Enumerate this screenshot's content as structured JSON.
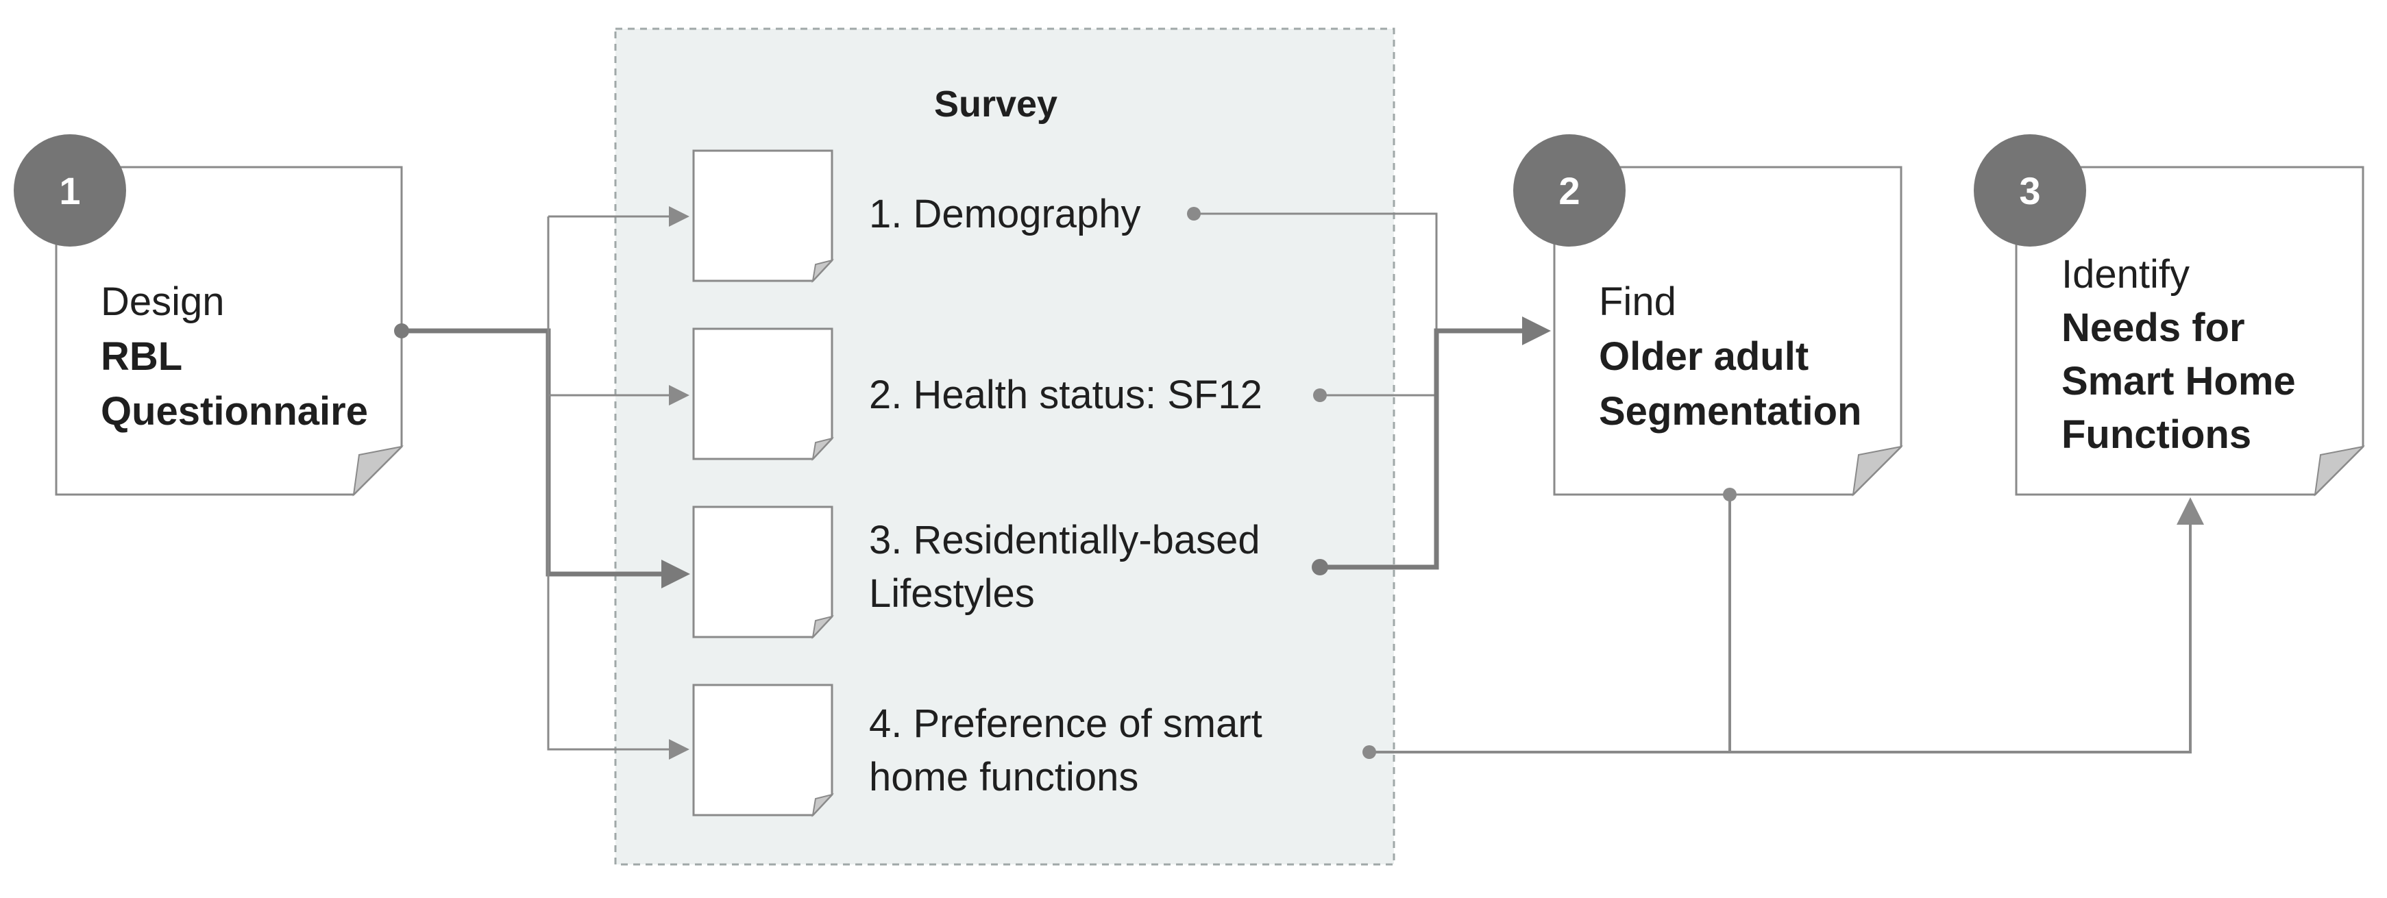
{
  "survey": {
    "title": "Survey",
    "items": [
      {
        "line1": "1. Demography",
        "line2": ""
      },
      {
        "line1": "2. Health status: SF12",
        "line2": ""
      },
      {
        "line1": "3. Residentially-based",
        "line2": "Lifestyles"
      },
      {
        "line1": "4. Preference of smart",
        "line2": "home functions"
      }
    ]
  },
  "steps": [
    {
      "number": "1",
      "verb": "Design",
      "bold": [
        "RBL",
        "Questionnaire"
      ]
    },
    {
      "number": "2",
      "verb": "Find",
      "bold": [
        "Older adult",
        "Segmentation"
      ]
    },
    {
      "number": "3",
      "verb": "Identify",
      "bold": [
        "Needs for",
        "Smart Home",
        "Functions"
      ]
    }
  ],
  "colors": {
    "survey_bg": "#edf1f1",
    "survey_border": "#a0a8a8",
    "line": "#8a8a8a",
    "circle": "#757575",
    "card_border": "#8a8a8a",
    "fold": "#c8c8c8"
  }
}
